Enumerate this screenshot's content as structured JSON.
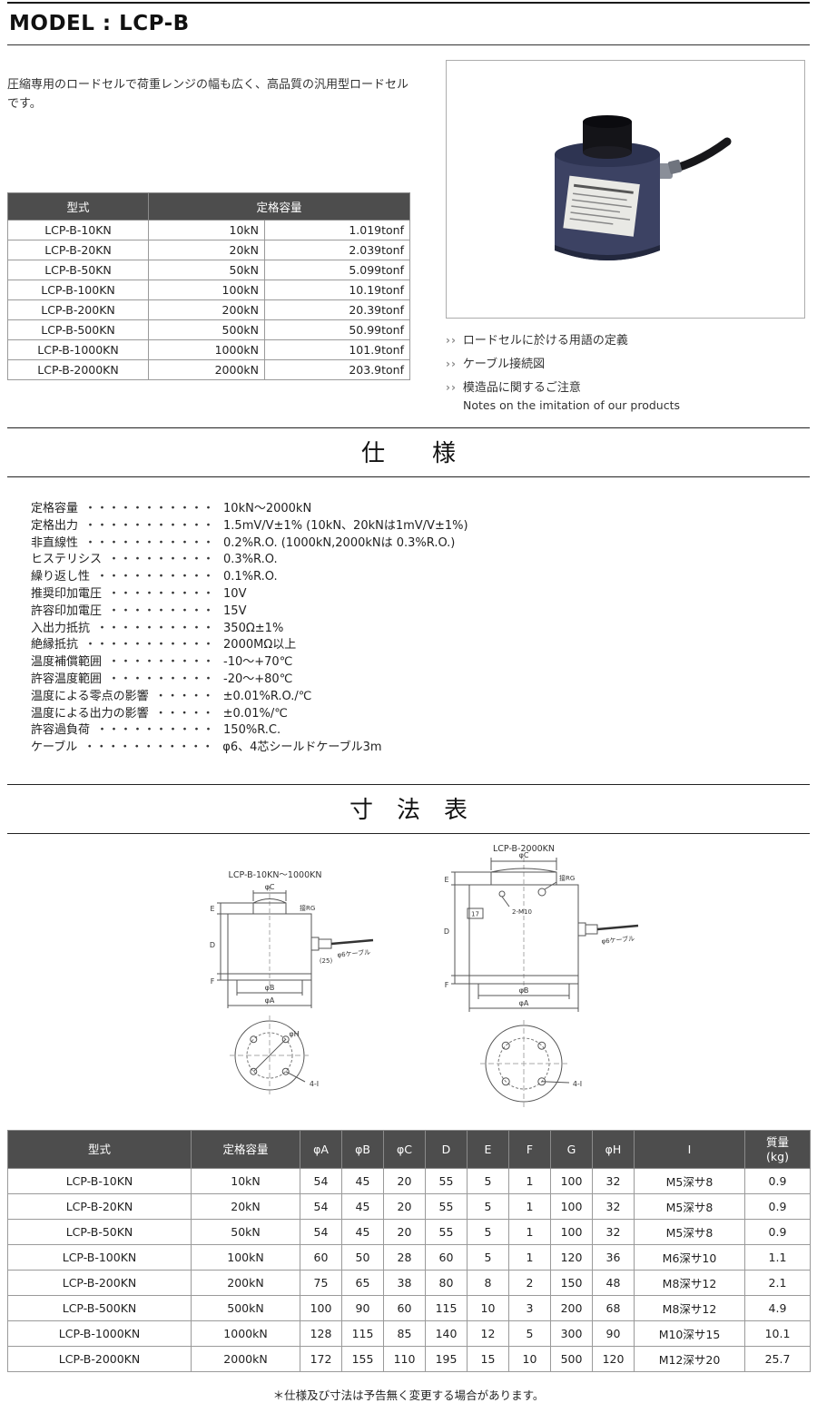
{
  "page": {
    "title": "MODEL : LCP-B",
    "description": "圧縮専用のロードセルで荷重レンジの幅も広く、高品質の汎用型ロードセルです。",
    "footer_note": "＊仕様及び寸法は予告無く変更する場合があります。"
  },
  "sections": {
    "spec_title": "仕　　様",
    "dimension_title": "寸　法　表"
  },
  "capacity_table": {
    "header_model": "型式",
    "header_capacity": "定格容量",
    "rows": [
      {
        "model": "LCP-B-10KN",
        "kn": "10kN",
        "tonf": "1.019tonf"
      },
      {
        "model": "LCP-B-20KN",
        "kn": "20kN",
        "tonf": "2.039tonf"
      },
      {
        "model": "LCP-B-50KN",
        "kn": "50kN",
        "tonf": "5.099tonf"
      },
      {
        "model": "LCP-B-100KN",
        "kn": "100kN",
        "tonf": "10.19tonf"
      },
      {
        "model": "LCP-B-200KN",
        "kn": "200kN",
        "tonf": "20.39tonf"
      },
      {
        "model": "LCP-B-500KN",
        "kn": "500kN",
        "tonf": "50.99tonf"
      },
      {
        "model": "LCP-B-1000KN",
        "kn": "1000kN",
        "tonf": "101.9tonf"
      },
      {
        "model": "LCP-B-2000KN",
        "kn": "2000kN",
        "tonf": "203.9tonf"
      }
    ]
  },
  "links": {
    "chevron": "››",
    "items": [
      {
        "label": "ロードセルに於ける用語の定義"
      },
      {
        "label": "ケーブル接続図"
      },
      {
        "label": "模造品に関するご注意",
        "sub": "Notes on the imitation of our products"
      }
    ]
  },
  "specs": [
    {
      "label": "定格容量",
      "leader": "・・・・・・・・・・・",
      "value": "10kN～2000kN"
    },
    {
      "label": "定格出力",
      "leader": "・・・・・・・・・・・",
      "value": "1.5mV/V±1% (10kN、20kNは1mV/V±1%)"
    },
    {
      "label": "非直線性",
      "leader": "・・・・・・・・・・・",
      "value": "0.2%R.O. (1000kN,2000kNは 0.3%R.O.)"
    },
    {
      "label": "ヒステリシス",
      "leader": "・・・・・・・・・",
      "value": "0.3%R.O."
    },
    {
      "label": "繰り返し性",
      "leader": "・・・・・・・・・・",
      "value": "0.1%R.O."
    },
    {
      "label": "推奨印加電圧",
      "leader": "・・・・・・・・・",
      "value": "10V"
    },
    {
      "label": "許容印加電圧",
      "leader": "・・・・・・・・・",
      "value": "15V"
    },
    {
      "label": "入出力抵抗",
      "leader": "・・・・・・・・・・",
      "value": "350Ω±1%"
    },
    {
      "label": "絶縁抵抗",
      "leader": "・・・・・・・・・・・",
      "value": "2000MΩ以上"
    },
    {
      "label": "温度補償範囲",
      "leader": "・・・・・・・・・",
      "value": "-10～+70℃"
    },
    {
      "label": "許容温度範囲",
      "leader": "・・・・・・・・・",
      "value": "-20～+80℃"
    },
    {
      "label": "温度による零点の影響",
      "leader": "・・・・・",
      "value": "±0.01%R.O./℃"
    },
    {
      "label": "温度による出力の影響",
      "leader": "・・・・・",
      "value": "±0.01%/℃"
    },
    {
      "label": "許容過負荷",
      "leader": "・・・・・・・・・・",
      "value": "150%R.C."
    },
    {
      "label": "ケーブル",
      "leader": "・・・・・・・・・・・",
      "value": "φ6、4芯シールドケーブル3m"
    }
  ],
  "drawings": {
    "left": {
      "title": "LCP-B-10KN～1000KN",
      "labels": {
        "phiC": "φC",
        "E": "E",
        "D": "D",
        "F": "F",
        "phiB": "φB",
        "phiA": "φA",
        "phiH": "φH",
        "four_i": "4-I",
        "cable": "φ6ケーブル",
        "dim25": "(25)",
        "rg": "接RG"
      }
    },
    "right": {
      "title": "LCP-B-2000KN",
      "labels": {
        "phiC": "φC",
        "E": "E",
        "D": "D",
        "F": "F",
        "phiB": "φB",
        "phiA": "φA",
        "m10": "2-M10",
        "dim17": "17",
        "cable": "φ6ケーブル",
        "rg": "接RG",
        "four_i": "4-I"
      }
    }
  },
  "dimension_table": {
    "headers": {
      "model": "型式",
      "capacity": "定格容量",
      "phiA": "φA",
      "phiB": "φB",
      "phiC": "φC",
      "d": "D",
      "e": "E",
      "f": "F",
      "g": "G",
      "phiH": "φH",
      "i": "I",
      "mass1": "質量",
      "mass2": "(kg)"
    },
    "rows": [
      [
        "LCP-B-10KN",
        "10kN",
        "54",
        "45",
        "20",
        "55",
        "5",
        "1",
        "100",
        "32",
        "M5深サ8",
        "0.9"
      ],
      [
        "LCP-B-20KN",
        "20kN",
        "54",
        "45",
        "20",
        "55",
        "5",
        "1",
        "100",
        "32",
        "M5深サ8",
        "0.9"
      ],
      [
        "LCP-B-50KN",
        "50kN",
        "54",
        "45",
        "20",
        "55",
        "5",
        "1",
        "100",
        "32",
        "M5深サ8",
        "0.9"
      ],
      [
        "LCP-B-100KN",
        "100kN",
        "60",
        "50",
        "28",
        "60",
        "5",
        "1",
        "120",
        "36",
        "M6深サ10",
        "1.1"
      ],
      [
        "LCP-B-200KN",
        "200kN",
        "75",
        "65",
        "38",
        "80",
        "8",
        "2",
        "150",
        "48",
        "M8深サ12",
        "2.1"
      ],
      [
        "LCP-B-500KN",
        "500kN",
        "100",
        "90",
        "60",
        "115",
        "10",
        "3",
        "200",
        "68",
        "M8深サ12",
        "4.9"
      ],
      [
        "LCP-B-1000KN",
        "1000kN",
        "128",
        "115",
        "85",
        "140",
        "12",
        "5",
        "300",
        "90",
        "M10深サ15",
        "10.1"
      ],
      [
        "LCP-B-2000KN",
        "2000kN",
        "172",
        "155",
        "110",
        "195",
        "15",
        "10",
        "500",
        "120",
        "M12深サ20",
        "25.7"
      ]
    ]
  }
}
